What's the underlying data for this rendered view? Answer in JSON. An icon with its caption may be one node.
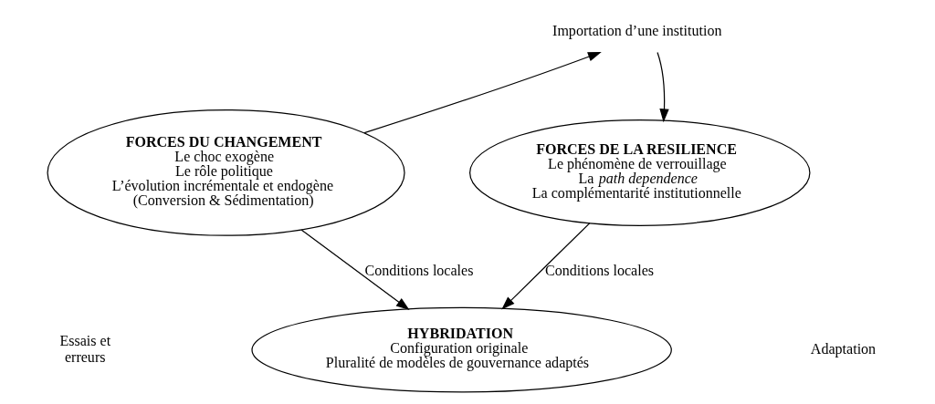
{
  "diagram": {
    "nodes": [
      {
        "text": [
          "FORCES DU CHANGEMENT",
          "Le choc exogène",
          "Le rôle politique",
          "L’évolution incrémentale et endogène",
          "(Conversion & Sédimentation)"
        ]
      },
      {
        "text": [
          "Importation d’une institution"
        ]
      },
      {
        "text": [
          "FORCES DE LA RESILIENCE",
          "Le phénomène de verrouillage",
          "La *path dependence*",
          "La complémentarité institutionnelle"
        ]
      },
      {
        "text": [
          "HYBRIDATION",
          "Configuration originale",
          "Pluralité de modèles de gouvernance adaptés"
        ]
      }
    ],
    "edges": [
      {
        "from": 0,
        "to": 1,
        "arrow": "to"
      },
      {
        "from": 1,
        "to": 2,
        "arrow": "to"
      },
      {
        "from": 0,
        "to": 3,
        "arrow": "to",
        "label": "Conditions locales"
      },
      {
        "from": 2,
        "to": 3,
        "arrow": "to",
        "label": "Conditions locales"
      }
    ],
    "labels": [
      "Essais et erreurs",
      "Adaptation"
    ]
  }
}
